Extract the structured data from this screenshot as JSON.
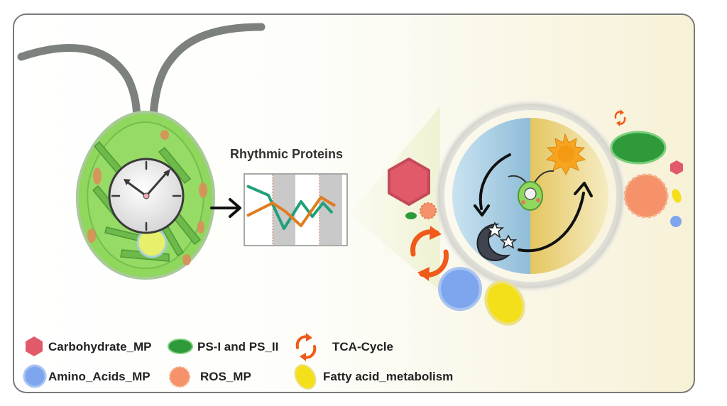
{
  "title": "Rhythmic Proteins",
  "legend": [
    {
      "label": "Carbohydrate_MP",
      "icon": "hexagon-icon",
      "color": "#e05a6a"
    },
    {
      "label": "PS-I and PS_II",
      "icon": "green-ellipse-icon",
      "color": "#2e9a3a"
    },
    {
      "label": "TCA-Cycle",
      "icon": "cycle-arrows-icon",
      "color": "#f05a1a"
    },
    {
      "label": "Amino_Acids_MP",
      "icon": "blue-circle-icon",
      "color": "#7ea6ee"
    },
    {
      "label": "ROS_MP",
      "icon": "orange-gear-icon",
      "color": "#f5926a"
    },
    {
      "label": "Fatty acid_metabolism",
      "icon": "yellow-ellipse-icon",
      "color": "#f4e01a"
    }
  ],
  "colors": {
    "teal_line": "#21a07a",
    "orange_line": "#e07b1f",
    "cell_green": "#8ed65a",
    "night_blue": "#9fc8e2",
    "day_yellow": "#e8cd72"
  }
}
